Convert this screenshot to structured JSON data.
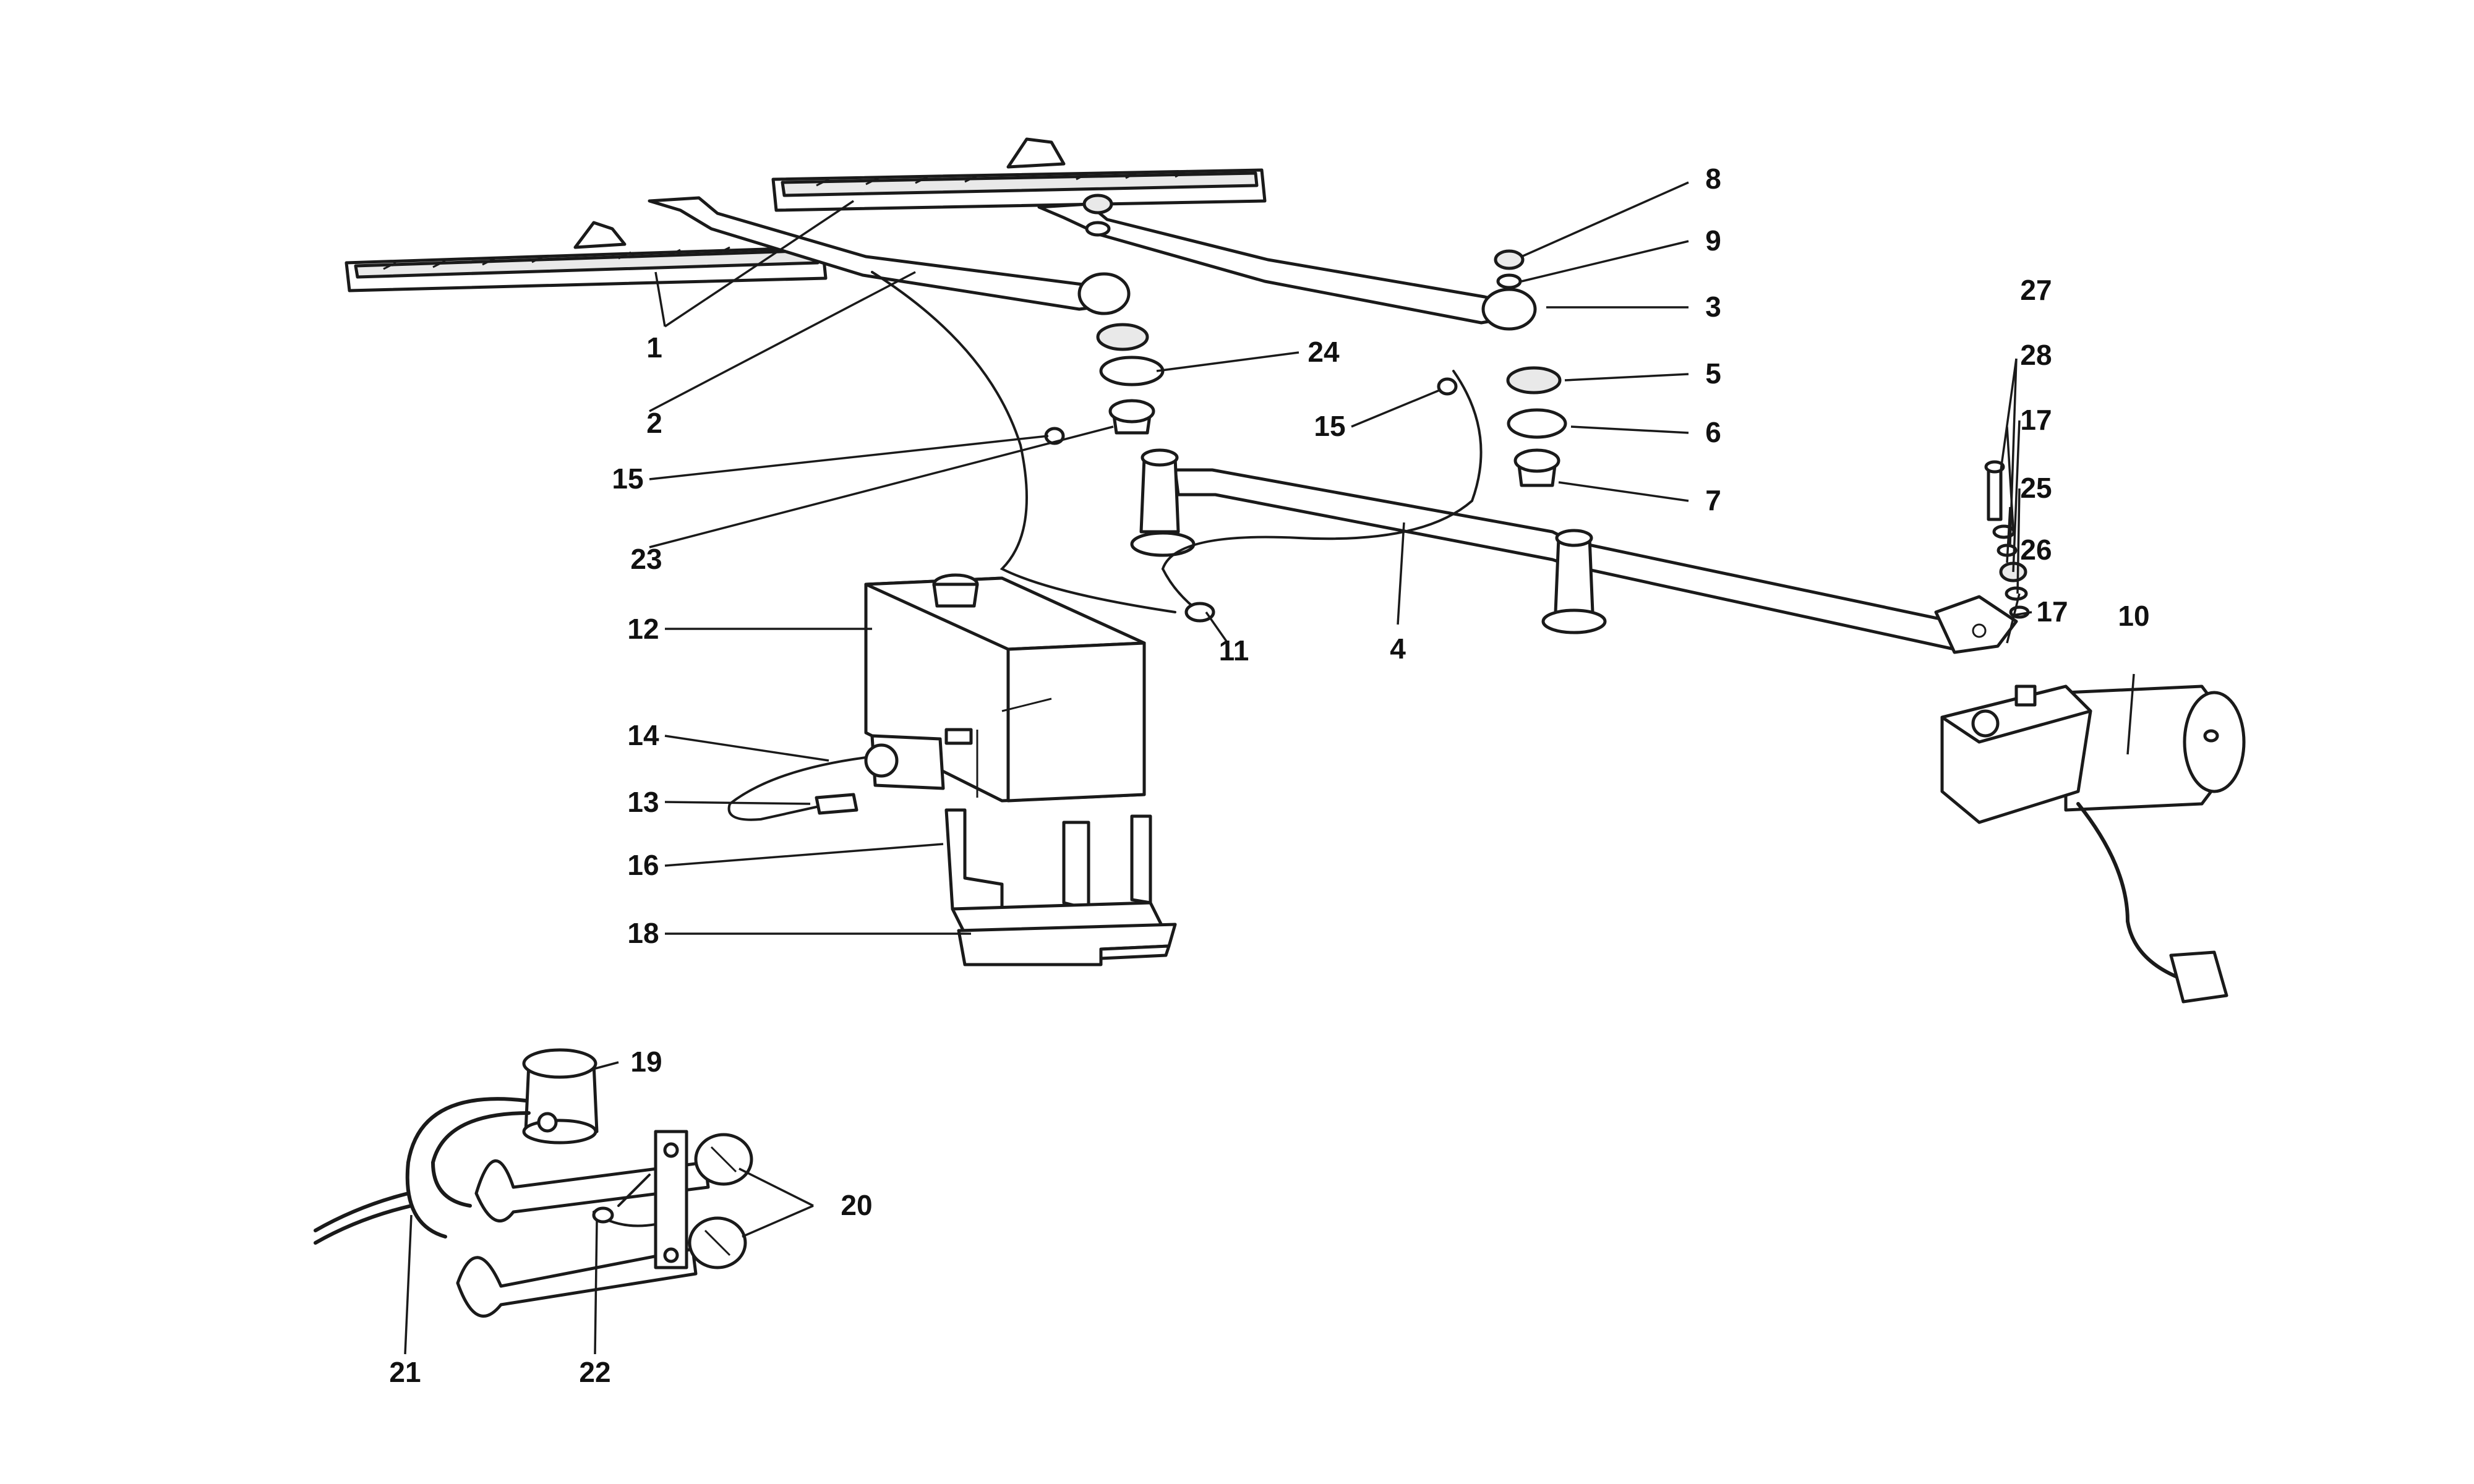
{
  "callouts": [
    {
      "id": "c1",
      "label": "1"
    },
    {
      "id": "c2",
      "label": "2"
    },
    {
      "id": "c3",
      "label": "3"
    },
    {
      "id": "c4",
      "label": "4"
    },
    {
      "id": "c5",
      "label": "5"
    },
    {
      "id": "c6",
      "label": "6"
    },
    {
      "id": "c7",
      "label": "7"
    },
    {
      "id": "c8",
      "label": "8"
    },
    {
      "id": "c9",
      "label": "9"
    },
    {
      "id": "c10",
      "label": "10"
    },
    {
      "id": "c11",
      "label": "11"
    },
    {
      "id": "c12",
      "label": "12"
    },
    {
      "id": "c13",
      "label": "13"
    },
    {
      "id": "c14",
      "label": "14"
    },
    {
      "id": "c15a",
      "label": "15"
    },
    {
      "id": "c15b",
      "label": "15"
    },
    {
      "id": "c16",
      "label": "16"
    },
    {
      "id": "c17a",
      "label": "17"
    },
    {
      "id": "c17b",
      "label": "17"
    },
    {
      "id": "c18",
      "label": "18"
    },
    {
      "id": "c19",
      "label": "19"
    },
    {
      "id": "c20",
      "label": "20"
    },
    {
      "id": "c21",
      "label": "21"
    },
    {
      "id": "c22",
      "label": "22"
    },
    {
      "id": "c23",
      "label": "23"
    },
    {
      "id": "c24",
      "label": "24"
    },
    {
      "id": "c25",
      "label": "25"
    },
    {
      "id": "c26",
      "label": "26"
    },
    {
      "id": "c27",
      "label": "27"
    },
    {
      "id": "c28",
      "label": "28"
    }
  ]
}
